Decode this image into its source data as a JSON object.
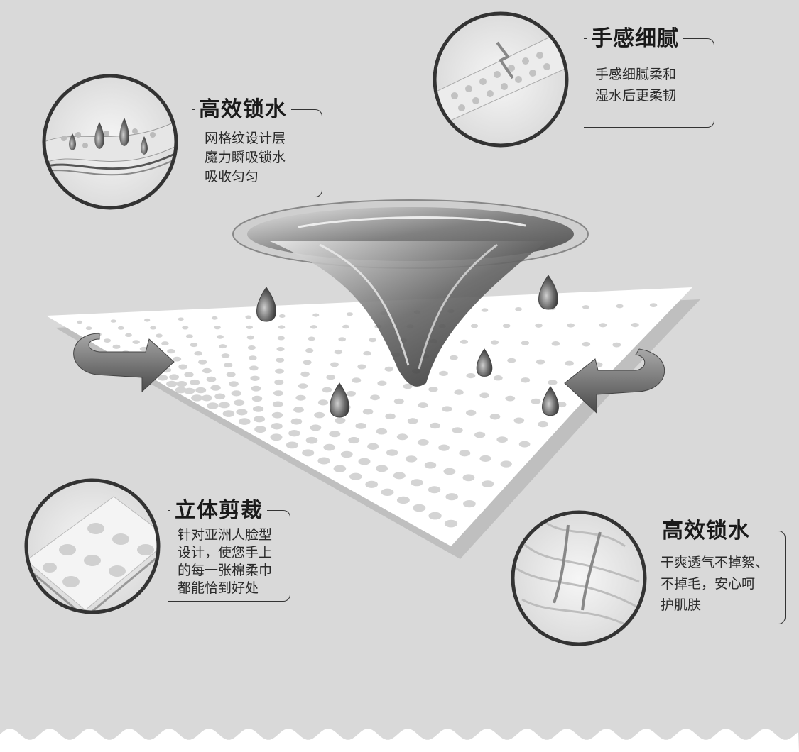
{
  "callouts": [
    {
      "id": "top-left",
      "title": "高效锁水",
      "lines": [
        "网格纹设计层",
        "魔力瞬吸锁水",
        "吸收匀匀"
      ]
    },
    {
      "id": "top-right",
      "title": "手感细腻",
      "lines": [
        "手感细腻柔和",
        "湿水后更柔韧"
      ]
    },
    {
      "id": "bottom-left",
      "title": "立体剪裁",
      "lines": [
        "针对亚洲人脸型",
        "设计，使您手上",
        "的每一张棉柔巾",
        "都能恰到好处"
      ]
    },
    {
      "id": "bottom-right",
      "title": "高效锁水",
      "lines": [
        "干爽透气不掉絮、",
        "不掉毛，安心呵",
        "护肌肤"
      ]
    }
  ],
  "icons": [
    "water-drop-icon",
    "swirl-arrow-icon",
    "water-vortex-icon"
  ],
  "colors": {
    "background": "#d9d9d9",
    "sheet": "#ffffff",
    "ring": "#333333",
    "drop": "#555555"
  }
}
